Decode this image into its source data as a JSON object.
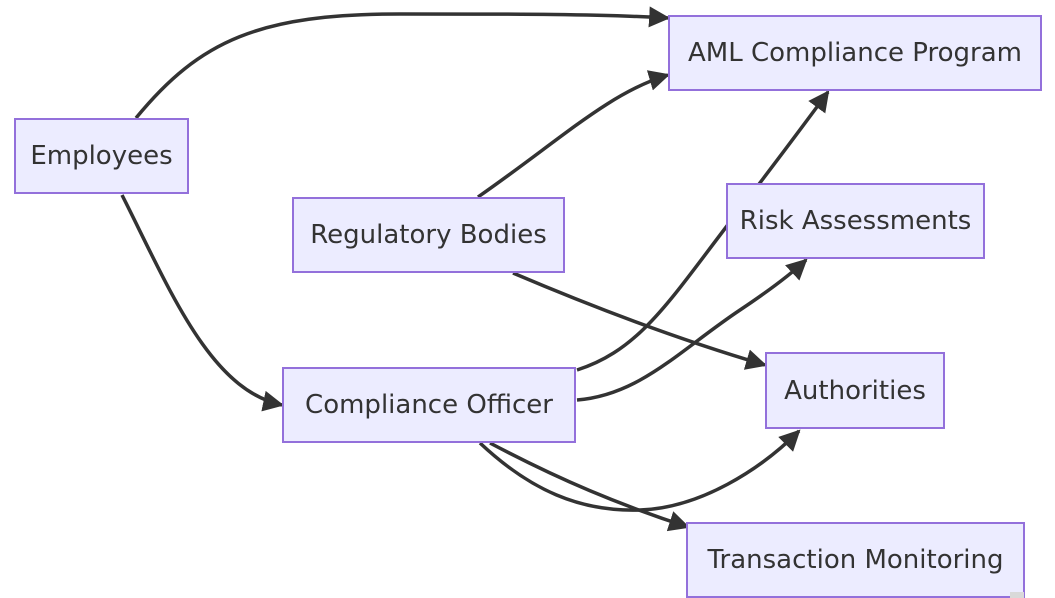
{
  "nodes": {
    "aml": "AML Compliance Program",
    "employees": "Employees",
    "regulatory": "Regulatory Bodies",
    "risk": "Risk Assessments",
    "authorities": "Authorities",
    "officer": "Compliance Officer",
    "monitoring": "Transaction Monitoring"
  },
  "edges": [
    {
      "from": "employees",
      "to": "aml"
    },
    {
      "from": "employees",
      "to": "officer"
    },
    {
      "from": "regulatory",
      "to": "aml"
    },
    {
      "from": "regulatory",
      "to": "authorities"
    },
    {
      "from": "officer",
      "to": "aml"
    },
    {
      "from": "officer",
      "to": "risk"
    },
    {
      "from": "officer",
      "to": "authorities"
    },
    {
      "from": "officer",
      "to": "monitoring"
    }
  ],
  "colors": {
    "node_fill": "#ececff",
    "node_border": "#9370db",
    "edge": "#333333",
    "text": "#333333"
  }
}
